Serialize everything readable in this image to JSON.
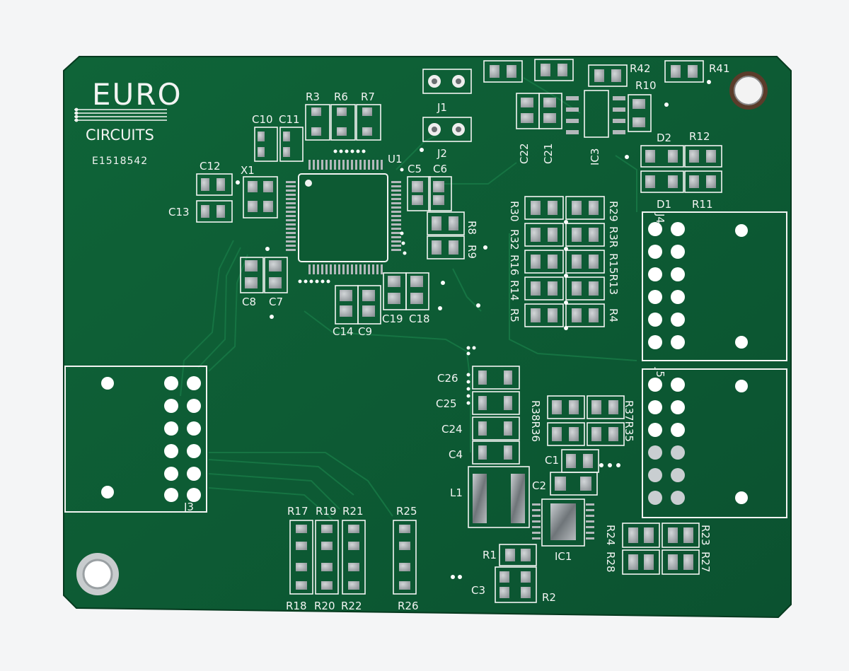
{
  "board": {
    "brand_top": "EURO",
    "brand_bottom": "CIRCUITS",
    "serial": "E1518542",
    "colors": {
      "soldermask": "#0d5a33",
      "soldermask_dark": "#0a4a2a",
      "silkscreen": "#f2f4f2",
      "pad": "#a7adb1",
      "background": "#f4f5f6"
    }
  },
  "labels": {
    "c10": "C10",
    "c11": "C11",
    "r3": "R3",
    "r6": "R6",
    "r7": "R7",
    "c12": "C12",
    "x1": "X1",
    "c13": "C13",
    "u1": "U1",
    "c5": "C5",
    "c6": "C6",
    "j1": "J1",
    "j2": "J2",
    "r42": "R42",
    "r41": "R41",
    "r10": "R10",
    "c22": "C22",
    "c21": "C21",
    "ic3": "IC3",
    "d2": "D2",
    "r12": "R12",
    "d1": "D1",
    "r11": "R11",
    "r9": "R9",
    "r8": "R8",
    "c8": "C8",
    "c7": "C7",
    "c14": "C14",
    "c9": "C9",
    "c19": "C19",
    "c18": "C18",
    "r30": "R30",
    "r29": "R29",
    "r32": "R32",
    "r31": "R3R",
    "r16": "R16",
    "r15": "R15R13",
    "r14": "R14",
    "r5": "R5",
    "r4": "R4",
    "j3": "J3",
    "j4": "J4",
    "j5": "J5",
    "c26": "C26",
    "c25": "C25",
    "c24": "C24",
    "c4": "C4",
    "r38r36": "R38R36",
    "r37r35": "R37R35",
    "c1": "C1",
    "c2": "C2",
    "l1": "L1",
    "ic1": "IC1",
    "r17": "R17",
    "r19": "R19",
    "r21": "R21",
    "r25": "R25",
    "r18": "R18",
    "r20": "R20",
    "r22": "R22",
    "r26": "R26",
    "r1": "R1",
    "c3": "C3",
    "r2": "R2",
    "r24": "R24",
    "r28": "R28",
    "r23": "R23",
    "r27": "R27"
  }
}
